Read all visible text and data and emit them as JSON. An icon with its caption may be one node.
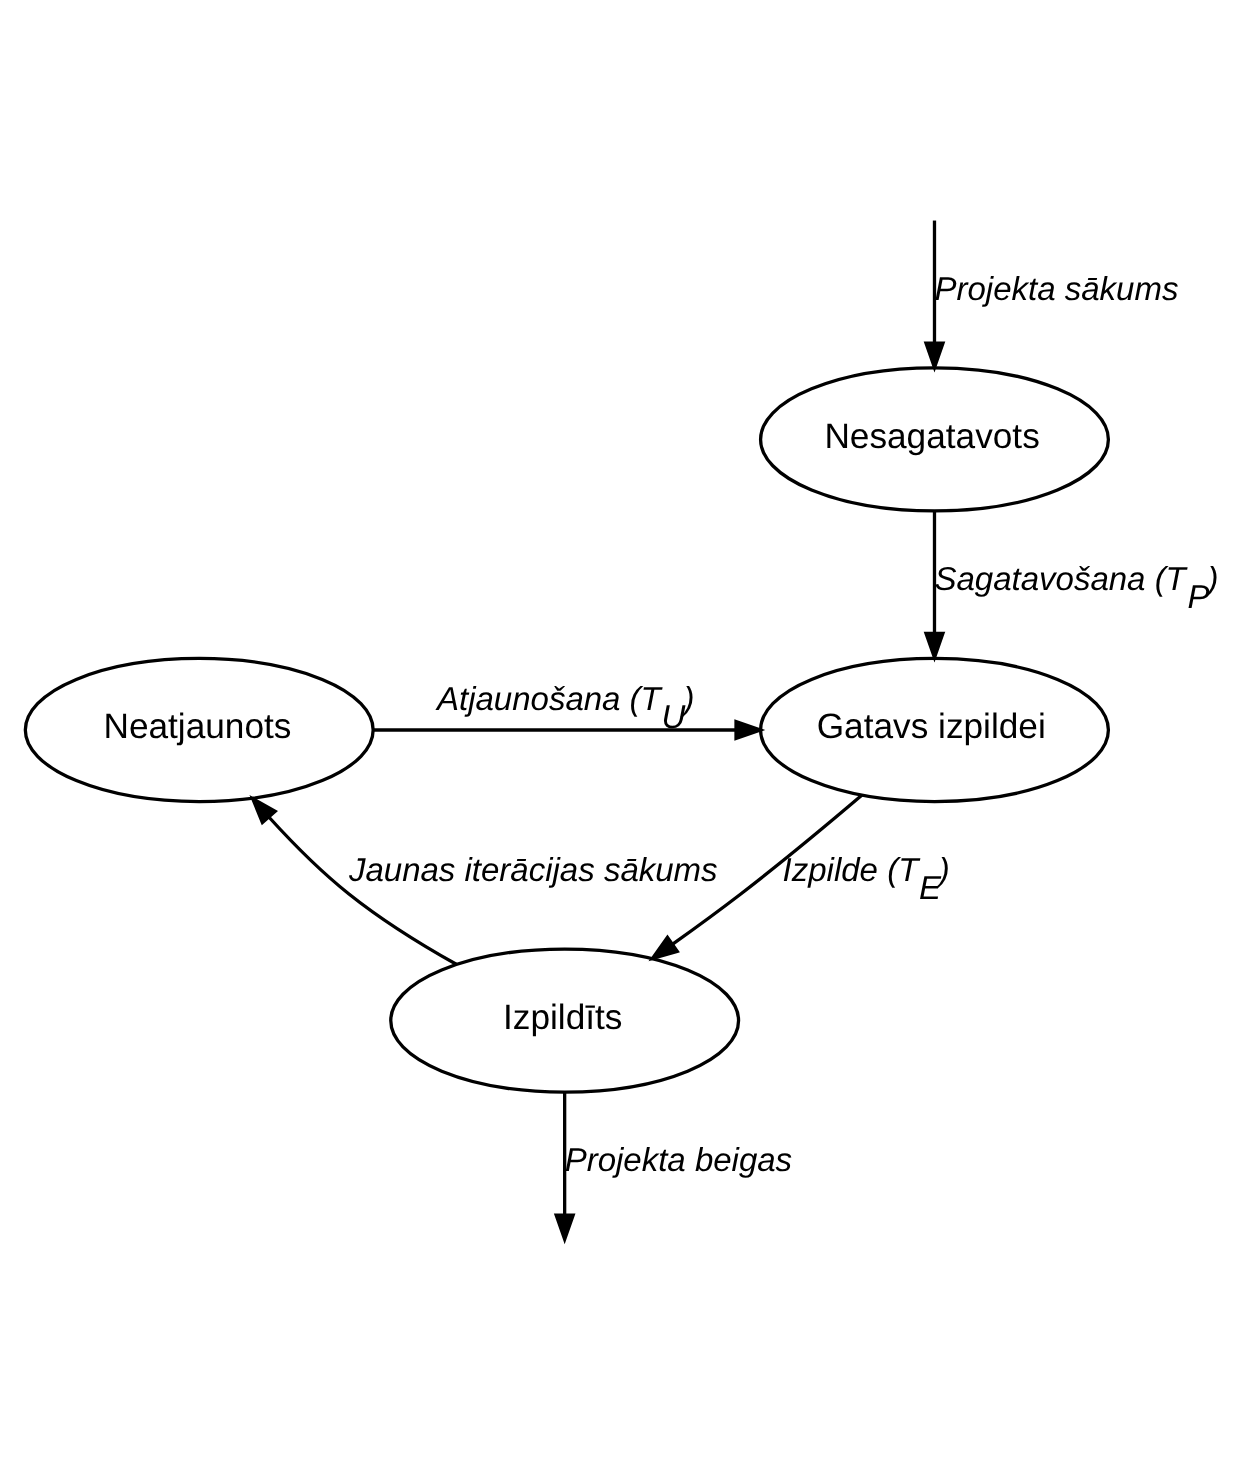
{
  "diagram": {
    "nodes": [
      {
        "text": [
          "Nesagatavots"
        ]
      },
      {
        "text": [
          "Gatavs izpildei"
        ]
      },
      {
        "text": [
          "Neatjaunots"
        ]
      },
      {
        "text": [
          "Izpildīts"
        ]
      }
    ],
    "edges": [
      {
        "from": null,
        "to": 0,
        "arrow": "to",
        "label": "Projekta sākums"
      },
      {
        "from": 0,
        "to": 1,
        "arrow": "to",
        "label": "Sagatavošana (T$_{P}$)"
      },
      {
        "from": 1,
        "to": 3,
        "arrow": "to",
        "label": "Izpilde (T$_{E}$)"
      },
      {
        "from": 3,
        "to": 2,
        "arrow": "to",
        "label": "Jaunas iterācijas sākums"
      },
      {
        "from": 2,
        "to": 1,
        "arrow": "to",
        "label": "Atjaunošana (T$_{U}$)"
      },
      {
        "from": 3,
        "to": null,
        "arrow": "to",
        "label": "Projekta beigas"
      }
    ]
  }
}
